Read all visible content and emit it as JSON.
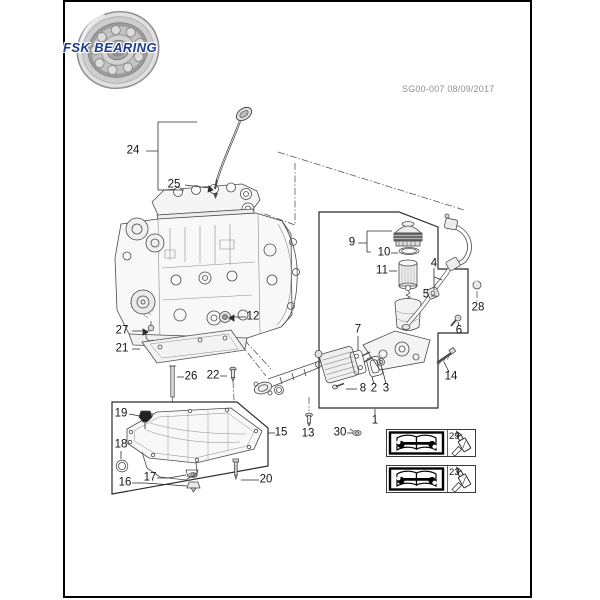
{
  "header": {
    "brand": "FSK BEARING",
    "brand_color": "#1c3c8e",
    "doc_code": "SG00-007 08/09/2017"
  },
  "diagram": {
    "type": "exploded-parts-diagram",
    "callouts": {
      "n1": "1",
      "n2": "2",
      "n3": "3",
      "n4": "4",
      "n5": "5",
      "n6": "6",
      "n7": "7",
      "n8": "8",
      "n9": "9",
      "n10": "10",
      "n11": "11",
      "n12": "12",
      "n13": "13",
      "n14": "14",
      "n15": "15",
      "n16": "16",
      "n17": "17",
      "n18": "18",
      "n19": "19",
      "n20": "20",
      "n21": "21",
      "n22": "22",
      "n23": "23",
      "n24": "24",
      "n25": "25",
      "n26": "26",
      "n27": "27",
      "n28": "28",
      "n29": "29",
      "n30": "30"
    },
    "legend": {
      "rows": [
        {
          "ref": "29",
          "icons": [
            "service-manual-book-wrench-icon",
            "sealant-applicator-icon"
          ]
        },
        {
          "ref": "23",
          "icons": [
            "service-manual-book-wrench-icon",
            "sealant-applicator-icon"
          ]
        }
      ]
    }
  },
  "colors": {
    "frame": "#000000",
    "line_art": "#4a4a4a",
    "callout_text": "#141414",
    "doc_code_text": "#8f8f8f"
  }
}
